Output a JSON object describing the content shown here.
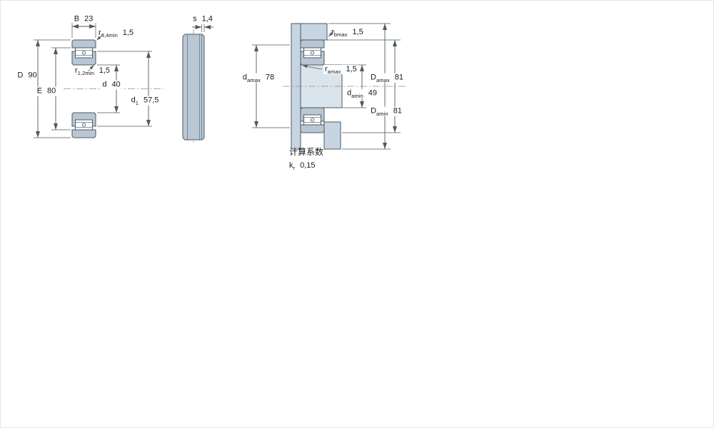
{
  "labels": {
    "B": {
      "sym": "B",
      "sub": "",
      "val": "23"
    },
    "r34": {
      "sym": "r",
      "sub": "3,4min",
      "val": "1,5"
    },
    "D": {
      "sym": "D",
      "sub": "",
      "val": "90"
    },
    "E": {
      "sym": "E",
      "sub": "",
      "val": "80"
    },
    "r12": {
      "sym": "r",
      "sub": "1,2min",
      "val": "1,5"
    },
    "d": {
      "sym": "d",
      "sub": "",
      "val": "40"
    },
    "d1": {
      "sym": "d",
      "sub": "1",
      "val": "57,5"
    },
    "s": {
      "sym": "s",
      "sub": "",
      "val": "1,4"
    },
    "rb": {
      "sym": "r",
      "sub": "bmax",
      "val": "1,5"
    },
    "damax": {
      "sym": "d",
      "sub": "amax",
      "val": "78"
    },
    "ra": {
      "sym": "r",
      "sub": "amax",
      "val": "1,5"
    },
    "Damax": {
      "sym": "D",
      "sub": "amax",
      "val": "81"
    },
    "damin": {
      "sym": "d",
      "sub": "amin",
      "val": "49"
    },
    "Damin": {
      "sym": "D",
      "sub": "amin",
      "val": "81"
    },
    "factors_heading": "计算系数",
    "kr": {
      "sym": "k",
      "sub": "r",
      "val": "0,15"
    }
  },
  "colors": {
    "ring": "#b9c7d4",
    "housing": "#c6d5e1",
    "shaft": "#dae4ec",
    "line": "#4e5961",
    "centerline": "#8a9097",
    "detail": "#61707c",
    "text": "#1b1b1b",
    "background": "#ffffff"
  }
}
